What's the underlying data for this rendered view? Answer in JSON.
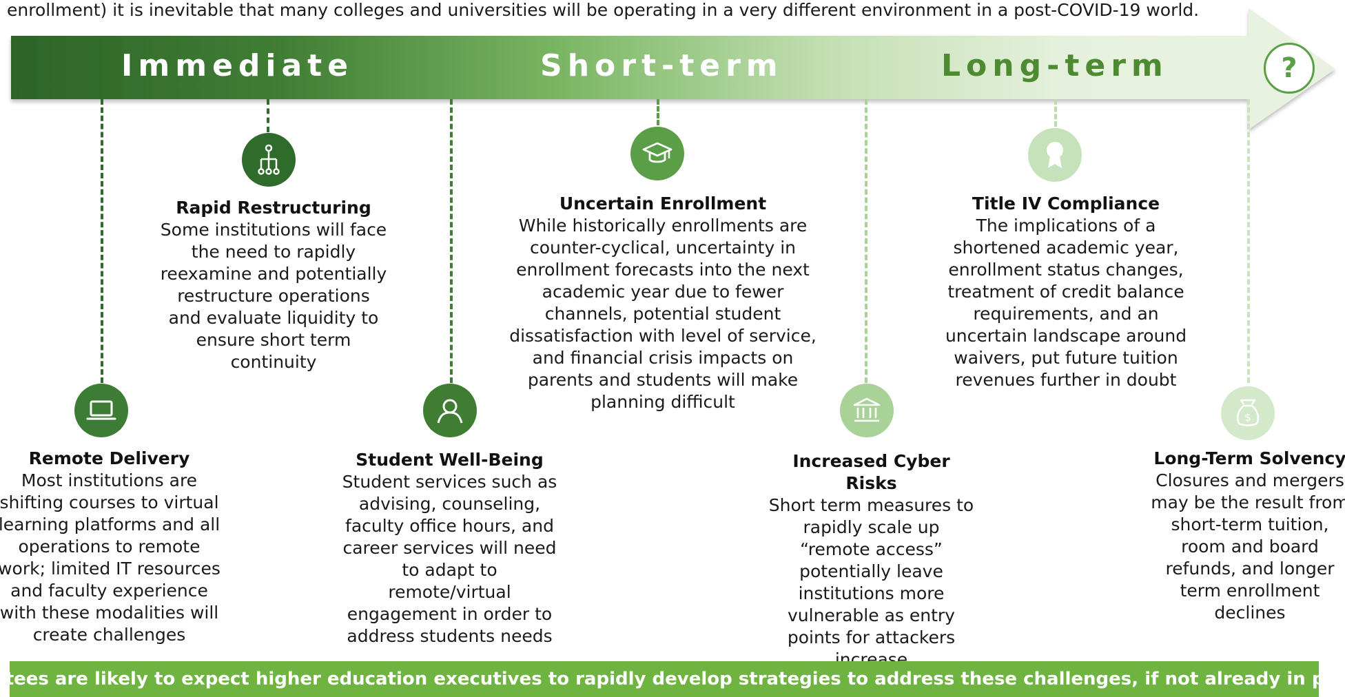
{
  "intro_text": "enrollment) it is inevitable that many colleges and universities will be operating in a very different environment in a post-COVID-19 world.",
  "phases": [
    {
      "label": "Immediate",
      "color": "#ffffff"
    },
    {
      "label": "Short-term",
      "color": "#ffffff"
    },
    {
      "label": "Long-term",
      "color": "#4e8a32"
    }
  ],
  "question_icon": "question-mark",
  "question_symbol": "?",
  "items": [
    {
      "icon": "laptop-icon",
      "title": "Remote Delivery",
      "text": "Most institutions are shifting courses to virtual learning platforms and all operations to remote work; limited IT resources and faculty experience with these modalities will create challenges"
    },
    {
      "icon": "org-chart-icon",
      "title": "Rapid Restructuring",
      "text": "Some institutions will face the need to rapidly reexamine and potentially restructure operations and evaluate liquidity to ensure short term continuity"
    },
    {
      "icon": "person-icon",
      "title": "Student Well-Being",
      "text": "Student services such as advising, counseling, faculty office hours, and career services will need to adapt to remote/virtual engagement in order to address students needs"
    },
    {
      "icon": "graduation-cap-icon",
      "title": "Uncertain Enrollment",
      "text": "While historically enrollments are counter-cyclical, uncertainty in enrollment forecasts into the next academic year due to fewer channels, potential student dissatisfaction with level of service, and financial crisis impacts on parents and students will make planning difficult"
    },
    {
      "icon": "bank-icon",
      "title": "Increased Cyber Risks",
      "text": "Short term measures to rapidly scale up “remote access” potentially leave institutions more vulnerable as entry points for attackers increase"
    },
    {
      "icon": "award-ribbon-icon",
      "title": "Title IV Compliance",
      "text": "The implications of a shortened academic year, enrollment status changes, treatment of credit balance requirements, and an uncertain landscape around waivers, put future tuition revenues further in doubt"
    },
    {
      "icon": "money-bag-icon",
      "title": "Long-Term Solvency",
      "text": "Closures and mergers may be the result from short-term tuition, room and board refunds, and longer term enrollment declines"
    }
  ],
  "footer_text": "Trustees are likely to expect higher education executives to rapidly develop strategies to address these challenges, if not already in place",
  "colors": {
    "dark_green": "#2f6b2a",
    "mid_green": "#5a9e47",
    "light_green": "#bcdcb0",
    "footer_green": "#6fb441"
  }
}
